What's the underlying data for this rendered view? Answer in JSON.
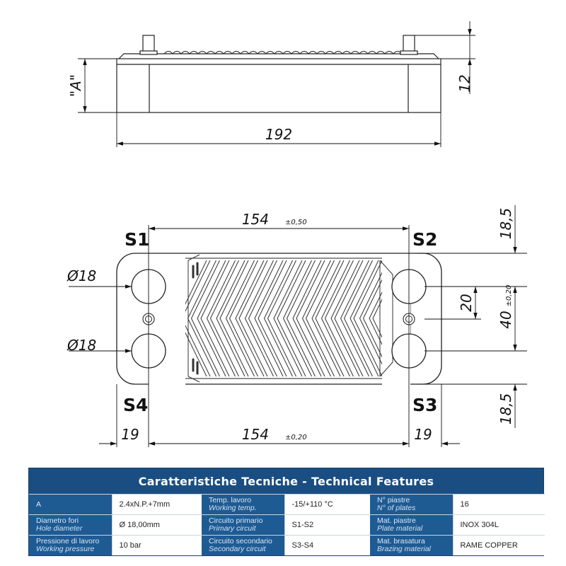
{
  "side_view": {
    "label_a": "\"A\"",
    "dim_height": "12",
    "dim_length": "192"
  },
  "front_view": {
    "dim_top_hole_distance": "154",
    "dim_top_tolerance": "±0,50",
    "dim_bottom_hole_distance": "154",
    "dim_bottom_tolerance": "±0,20",
    "dim_left_margin": "19",
    "dim_right_margin": "19",
    "dim_top_margin": "18,5",
    "dim_bottom_margin": "18,5",
    "dim_vertical_hole_distance": "40",
    "dim_vertical_tolerance": "±0,20",
    "dim_center_offset": "20",
    "hole_diameter_top": "Ø18",
    "hole_diameter_bottom": "Ø18",
    "ports": {
      "s1": "S1",
      "s2": "S2",
      "s3": "S3",
      "s4": "S4"
    }
  },
  "table": {
    "title": "Caratteristiche Tecniche - Technical Features",
    "rows": [
      [
        {
          "it": "A",
          "en": "",
          "value": "2.4xN.P.+7mm"
        },
        {
          "it": "Temp. lavoro",
          "en": "Working temp.",
          "value": "-15/+110 °C"
        },
        {
          "it": "N° piastre",
          "en": "N° of plates",
          "value": "16"
        }
      ],
      [
        {
          "it": "Diametro fori",
          "en": "Hole diameter",
          "value": "Ø 18,00mm"
        },
        {
          "it": "Circuito primario",
          "en": "Primary circuit",
          "value": "S1-S2"
        },
        {
          "it": "Mat. piastre",
          "en": "Plate material",
          "value": "INOX 304L"
        }
      ],
      [
        {
          "it": "Pressione di lavoro",
          "en": "Working pressure",
          "value": "10 bar"
        },
        {
          "it": "Circuito secondario",
          "en": "Secondary circuit",
          "value": "S3-S4"
        },
        {
          "it": "Mat. brasatura",
          "en": "Brazing material",
          "value": "RAME COPPER"
        }
      ]
    ]
  }
}
